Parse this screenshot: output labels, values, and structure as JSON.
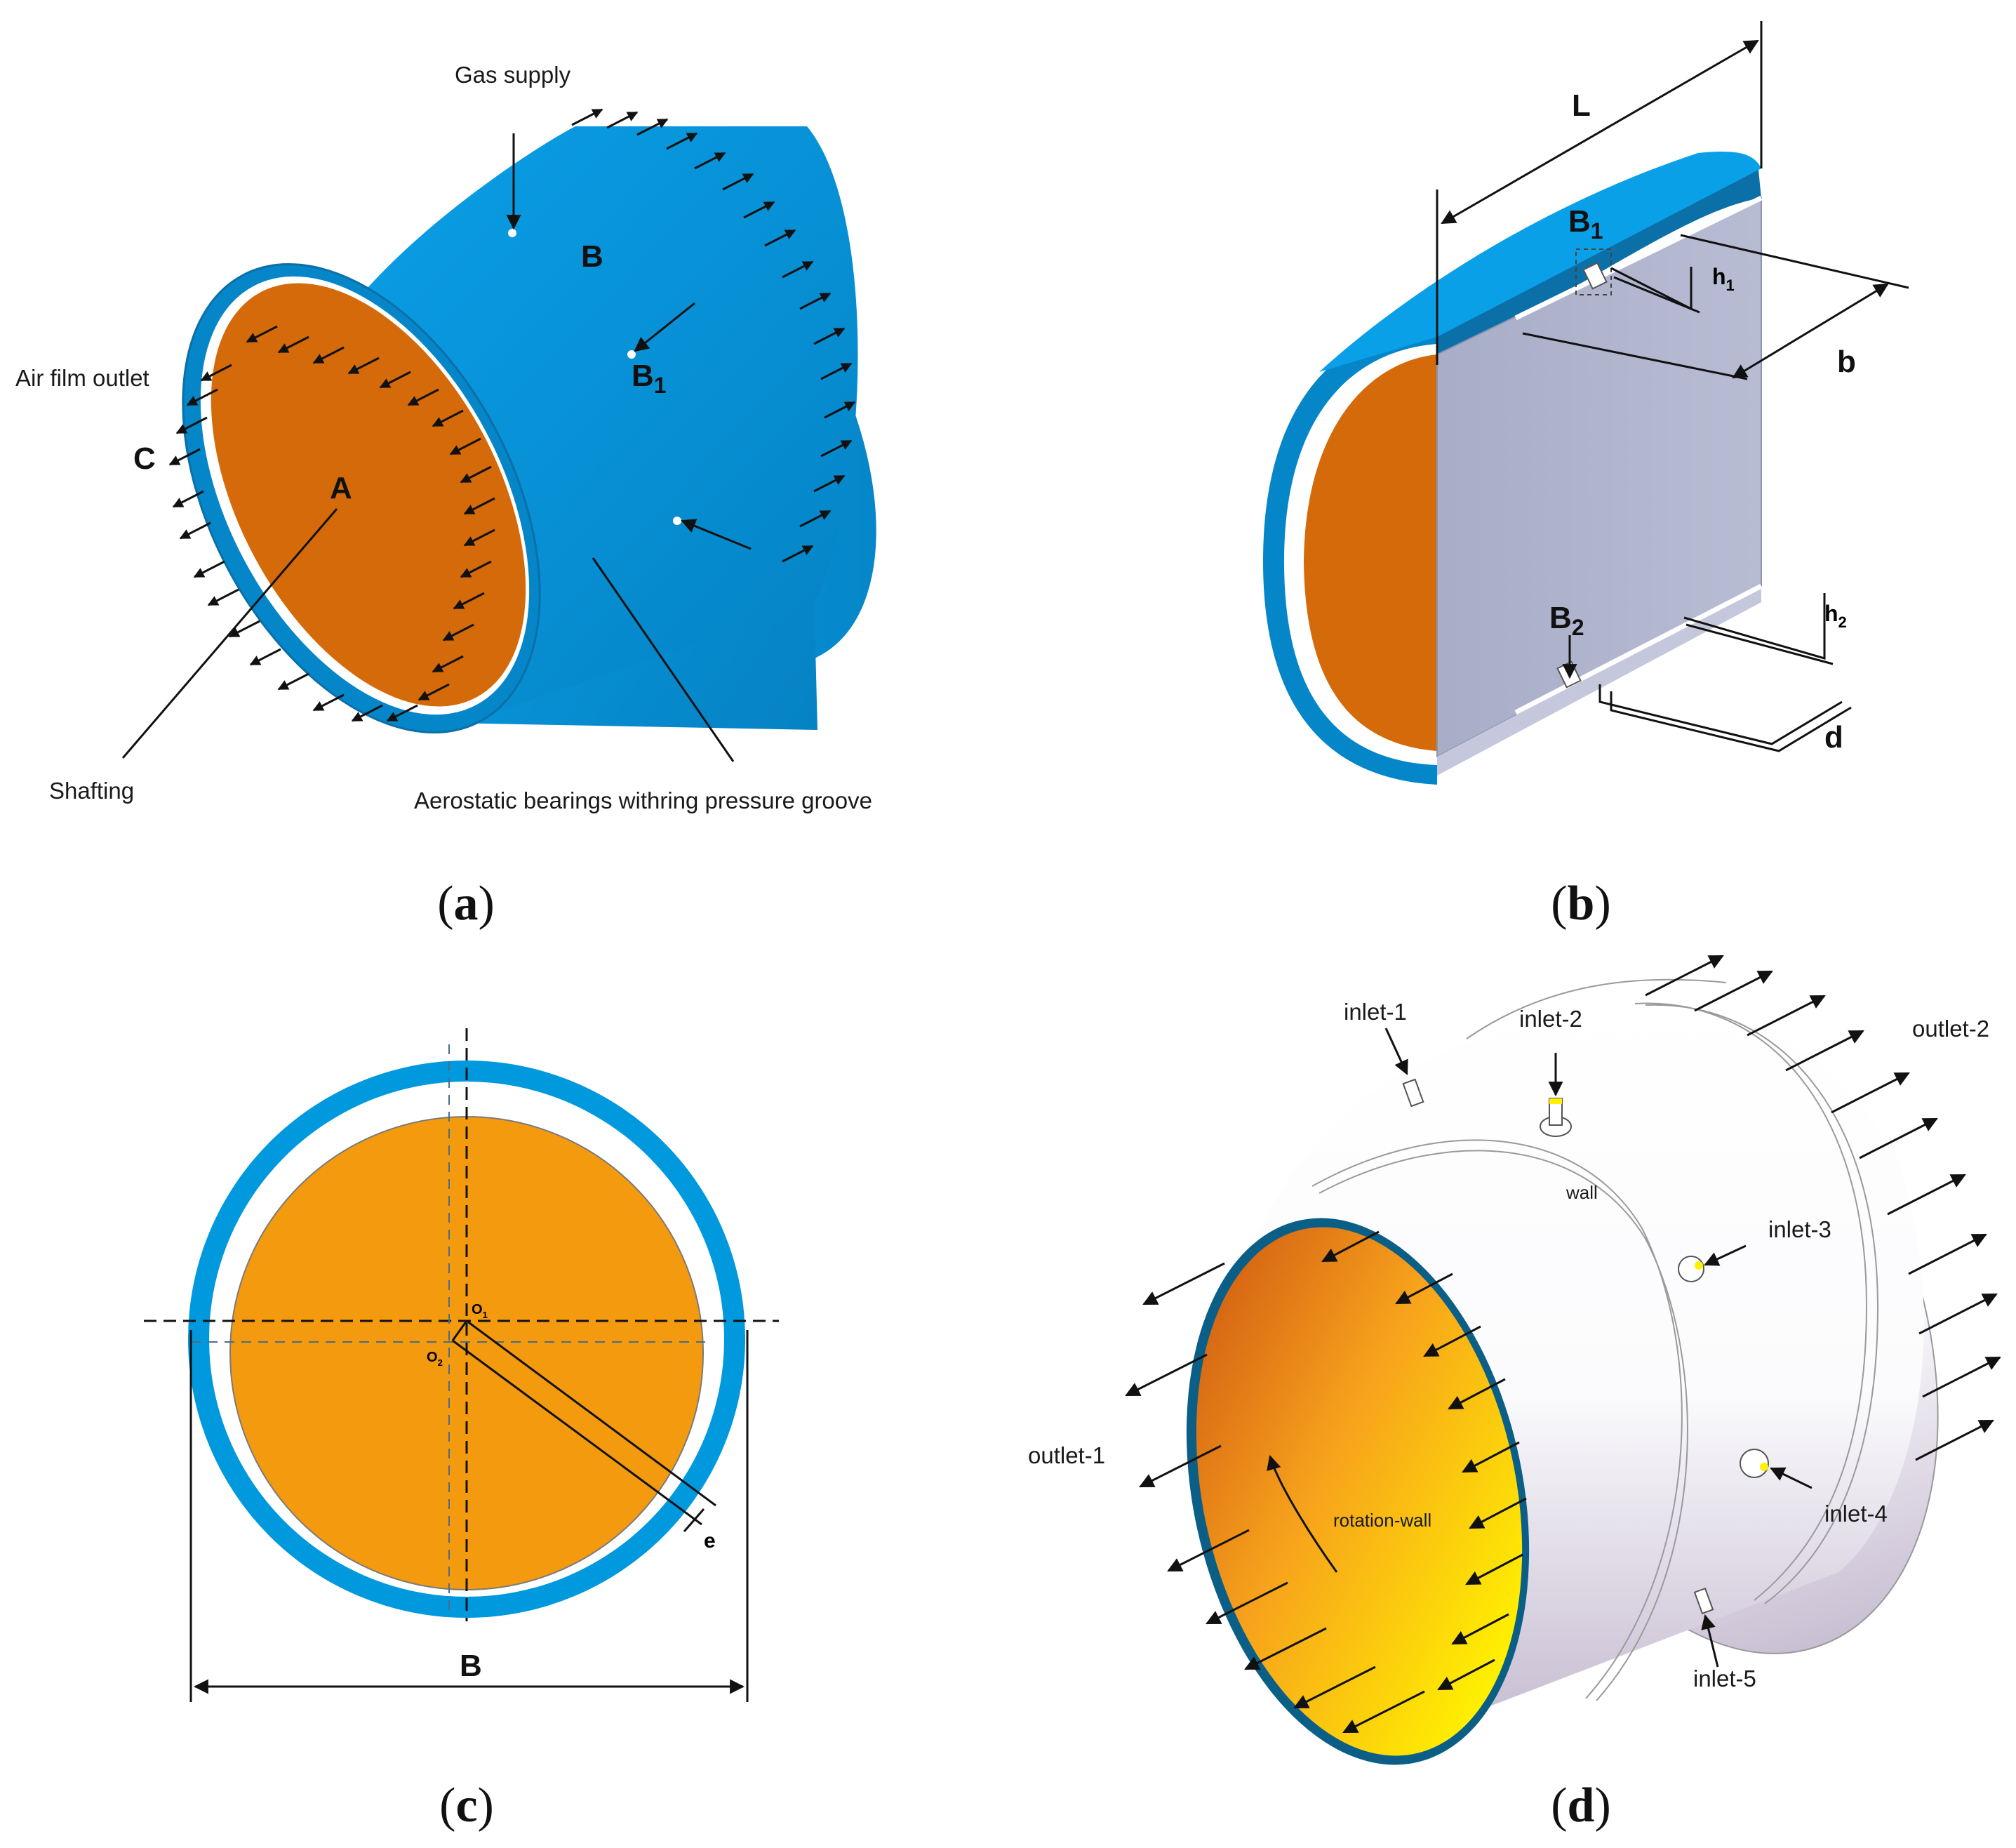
{
  "colors": {
    "bearing_blue": "#0091d6",
    "bearing_blue_dark": "#0b6fa8",
    "shaft_orange": "#d46a0a",
    "shaft_orange_c": "#f39a0f",
    "section_grey": "#aeb3cc",
    "fluid_yellow": "#fff100"
  },
  "panel_a": {
    "caption_open": "(",
    "caption_letter": "a",
    "caption_close": ")",
    "gas_supply": "Gas supply",
    "label_B": "B",
    "label_B1_main": "B",
    "label_B1_sub": "1",
    "air_film_outlet": "Air film outlet",
    "label_C": "C",
    "label_A": "A",
    "shafting": "Shafting",
    "bearing_desc": "Aerostatic bearings withring pressure groove"
  },
  "panel_b": {
    "caption_open": "(",
    "caption_letter": "b",
    "caption_close": ")",
    "label_L": "L",
    "label_B1_main": "B",
    "label_B1_sub": "1",
    "label_h1_main": "h",
    "label_h1_sub": "1",
    "label_b": "b",
    "label_B2_main": "B",
    "label_B2_sub": "2",
    "label_h2_main": "h",
    "label_h2_sub": "2",
    "label_d": "d"
  },
  "panel_c": {
    "caption_open": "(",
    "caption_letter": "c",
    "caption_close": ")",
    "label_O1_main": "O",
    "label_O1_sub": "1",
    "label_O2_main": "O",
    "label_O2_sub": "2",
    "label_e": "e",
    "label_B": "B"
  },
  "panel_d": {
    "caption_open": "(",
    "caption_letter": "d",
    "caption_close": ")",
    "inlet1": "inlet-1",
    "inlet2": "inlet-2",
    "inlet3": "inlet-3",
    "inlet4": "inlet-4",
    "inlet5": "inlet-5",
    "outlet1": "outlet-1",
    "outlet2": "outlet-2",
    "wall": "wall",
    "rotation_wall": "rotation-wall"
  }
}
